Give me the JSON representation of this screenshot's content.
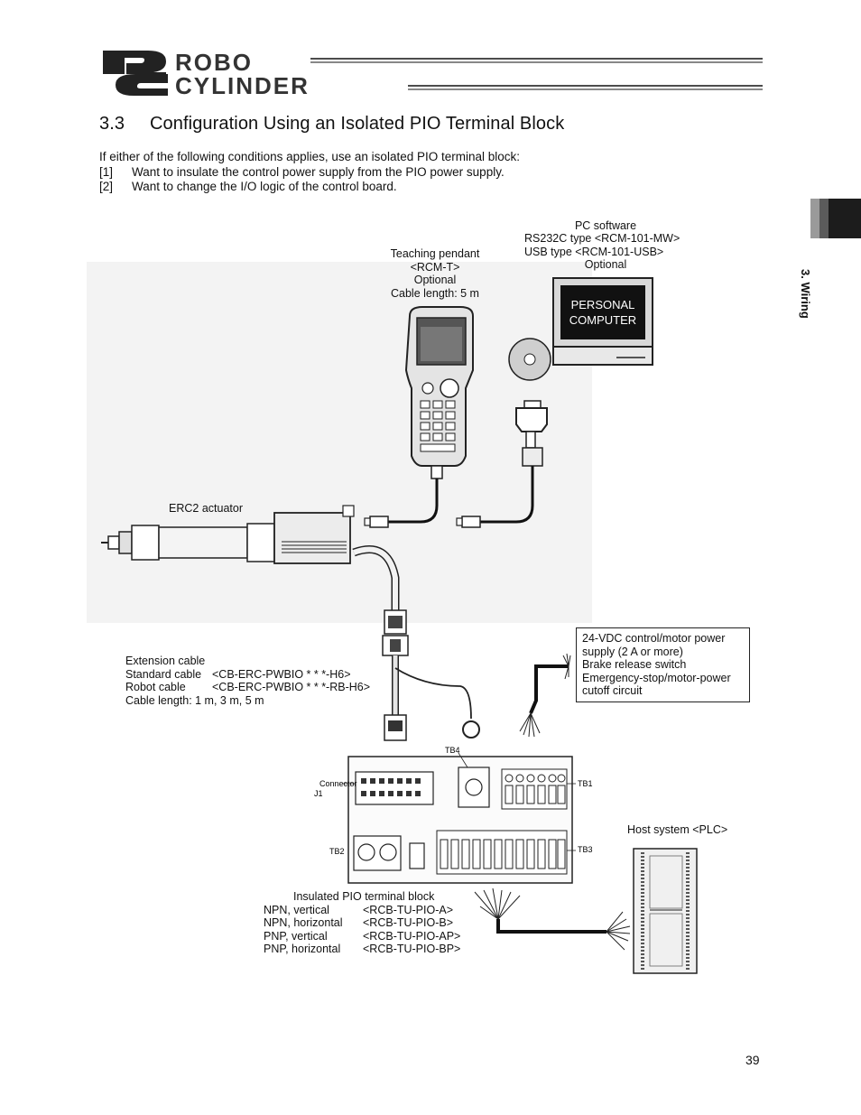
{
  "header": {
    "logo_letters": "RC",
    "logo_line1": "ROBO",
    "logo_line2": "CYLINDER"
  },
  "section": {
    "number": "3.3",
    "title": "Configuration Using an Isolated PIO Terminal Block"
  },
  "intro": {
    "lead": "If either of the following conditions applies, use an isolated PIO terminal block:",
    "items": [
      {
        "index": "[1]",
        "text": "Want to insulate the control power supply from the PIO power supply."
      },
      {
        "index": "[2]",
        "text": "Want to change the I/O logic of the control board."
      }
    ]
  },
  "side_tab": {
    "label": "3. Wiring"
  },
  "diagram": {
    "pc_software": {
      "lines": [
        "PC software",
        "RS232C type <RCM-101-MW>",
        "USB type <RCM-101-USB>",
        "Optional"
      ]
    },
    "pc_screen": {
      "line1": "PERSONAL",
      "line2": "COMPUTER"
    },
    "teaching_pendant": {
      "lines": [
        "Teaching pendant",
        "<RCM-T>",
        "Optional",
        "Cable length: 5 m"
      ]
    },
    "actuator": {
      "label": "ERC2 actuator"
    },
    "extension_cable": {
      "title": "Extension cable",
      "rows": [
        {
          "name": "Standard cable",
          "model": "<CB-ERC-PWBIO * * *-H6>"
        },
        {
          "name": "Robot cable",
          "model": "<CB-ERC-PWBIO * * *-RB-H6>"
        }
      ],
      "length": "Cable length: 1 m, 3 m, 5 m"
    },
    "power_box": {
      "lines": [
        "24-VDC control/motor power",
        "supply (2 A or more)",
        "Brake release switch",
        "Emergency-stop/motor-power",
        "cutoff circuit"
      ]
    },
    "terminal_block_labels": {
      "connector": "Connector",
      "connector_id": "J1",
      "tb1": "TB1",
      "tb2": "TB2",
      "tb3": "TB3",
      "tb4": "TB4"
    },
    "host_system": {
      "label": "Host system <PLC>"
    },
    "pio_block": {
      "title": "Insulated PIO terminal block",
      "rows": [
        {
          "type": "NPN, vertical",
          "model": "<RCB-TU-PIO-A>"
        },
        {
          "type": "NPN, horizontal",
          "model": "<RCB-TU-PIO-B>"
        },
        {
          "type": "PNP, vertical",
          "model": "<RCB-TU-PIO-AP>"
        },
        {
          "type": "PNP, horizontal",
          "model": "<RCB-TU-PIO-BP>"
        }
      ]
    }
  },
  "footer": {
    "page_number": "39"
  }
}
